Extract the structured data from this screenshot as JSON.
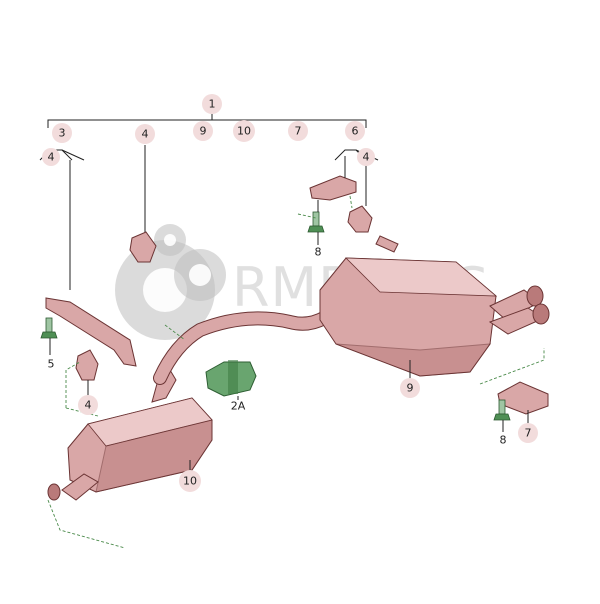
{
  "watermark": {
    "text": "RMPARTS"
  },
  "callouts": {
    "c1": "1",
    "c9_top": "9",
    "c10_top": "10",
    "c7_top": "7",
    "c3": "3",
    "c4_left": "4",
    "c4_bushing_top": "4",
    "c6": "6",
    "c4_right": "4",
    "c4_bottom": "4",
    "c9_rear": "9",
    "c7_bracket": "7",
    "c10_front": "10"
  },
  "labels": {
    "l8_upper": "8",
    "l5": "5",
    "l2a": "2A",
    "l8_lower": "8"
  },
  "colors": {
    "muffler": "#d9a7a7",
    "outline": "#6b3434",
    "callout_bg": "#f2dcdc",
    "clamp": "#69a56f"
  }
}
